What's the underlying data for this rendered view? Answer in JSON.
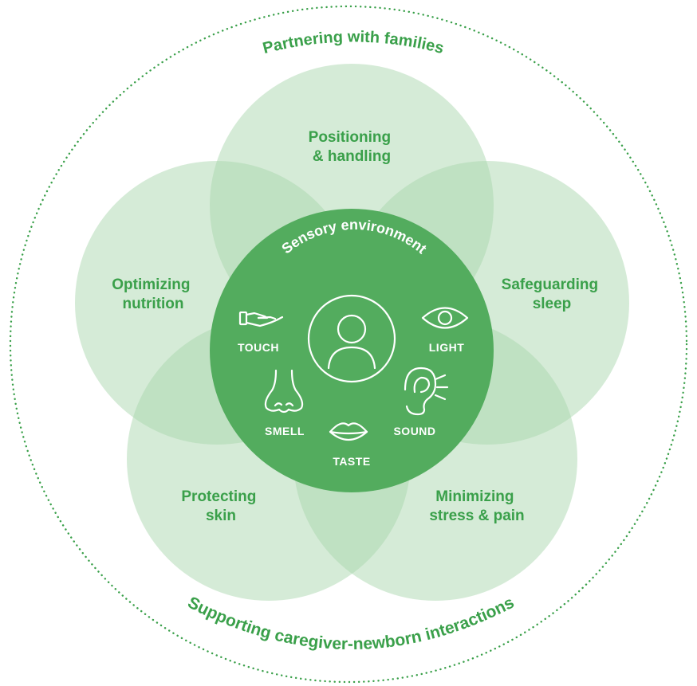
{
  "outer_ring": {
    "top_label": "Partnering with families",
    "bottom_label": "Supporting caregiver-newborn interactions"
  },
  "petals": {
    "top": [
      "Positioning",
      "& handling"
    ],
    "upper_left": [
      "Optimizing",
      "nutrition"
    ],
    "upper_right": [
      "Safeguarding",
      "sleep"
    ],
    "lower_left": [
      "Protecting",
      "skin"
    ],
    "lower_right": [
      "Minimizing",
      "stress & pain"
    ]
  },
  "core": {
    "title": "Sensory environment",
    "senses": {
      "touch": "TOUCH",
      "light": "LIGHT",
      "smell": "SMELL",
      "sound": "SOUND",
      "taste": "TASTE"
    },
    "icons": [
      "hand-icon",
      "eye-icon",
      "nose-icon",
      "ear-icon",
      "lips-icon",
      "person-icon"
    ]
  },
  "colors": {
    "petal_fill": "#a8d5ab",
    "core_fill": "#53ac5e",
    "text_green": "#3aa04a",
    "ring_dots": "#3aa04a"
  }
}
